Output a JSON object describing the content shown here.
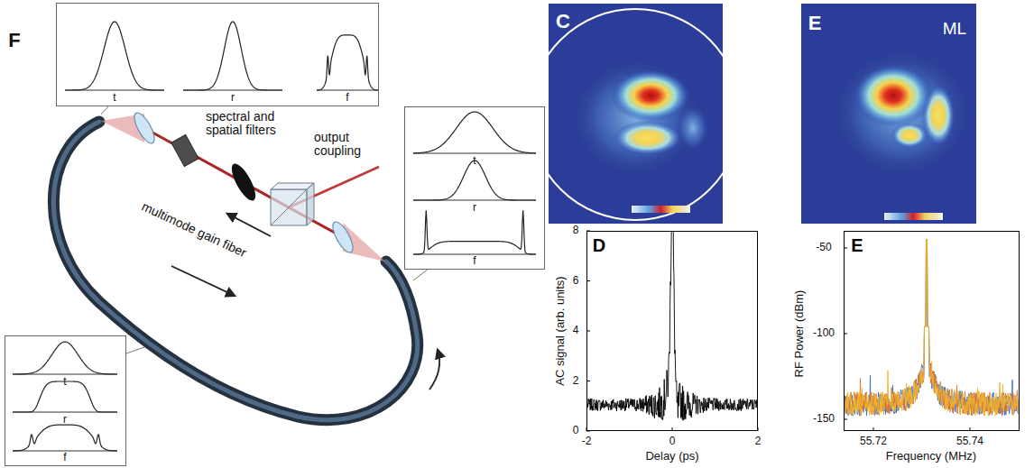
{
  "diagram": {
    "nodes": [
      {
        "text": [
          "t",
          "r",
          "f"
        ]
      },
      {
        "text": [
          "t",
          "r",
          "f"
        ]
      },
      {
        "text": [
          "t",
          "r",
          "f"
        ]
      },
      {
        "text": [
          "C"
        ]
      },
      {
        "text": [
          "E",
          "ML"
        ]
      },
      {
        "text": [
          "D"
        ]
      },
      {
        "text": [
          "E"
        ]
      }
    ],
    "labels": [
      "F",
      "spectral and spatial filters",
      "output coupling",
      "multimode gain fiber",
      "8",
      "6",
      "4",
      "2",
      "0",
      "-2",
      "0",
      "2",
      "AC signal (arb. units)",
      "Delay (ps)",
      "-50",
      "-100",
      "-150",
      "55.72",
      "55.74",
      "RF Power (dBm)",
      "Frequency (MHz)"
    ]
  }
}
